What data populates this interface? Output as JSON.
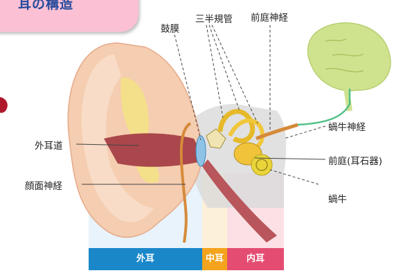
{
  "title": "耳の構造",
  "labels": {
    "komaku": "鼓膜",
    "sanhankikan": "三半規管",
    "zentei_shinkei": "前庭神経",
    "kagyu_shinkei": "蝸牛神経",
    "zentei": "前庭(耳石器)",
    "kagyu": "蝸牛",
    "gaijido": "外耳道",
    "ganmen_shinkei": "顔面神経"
  },
  "regions": {
    "outer": "外耳",
    "middle": "中耳",
    "inner": "内耳"
  },
  "colors": {
    "title_bg": "#fbc0d4",
    "title_text": "#234a9c",
    "outer_band": "#1a87c9",
    "middle_band": "#f4a31c",
    "inner_band": "#e44d71",
    "skin": "#f5cdb0",
    "cartilage": "#f4e08a",
    "canal": "#a9474c",
    "nerve": "#d58a3a",
    "brain": "#cfe38f",
    "nerve_green": "#4fbf86"
  }
}
